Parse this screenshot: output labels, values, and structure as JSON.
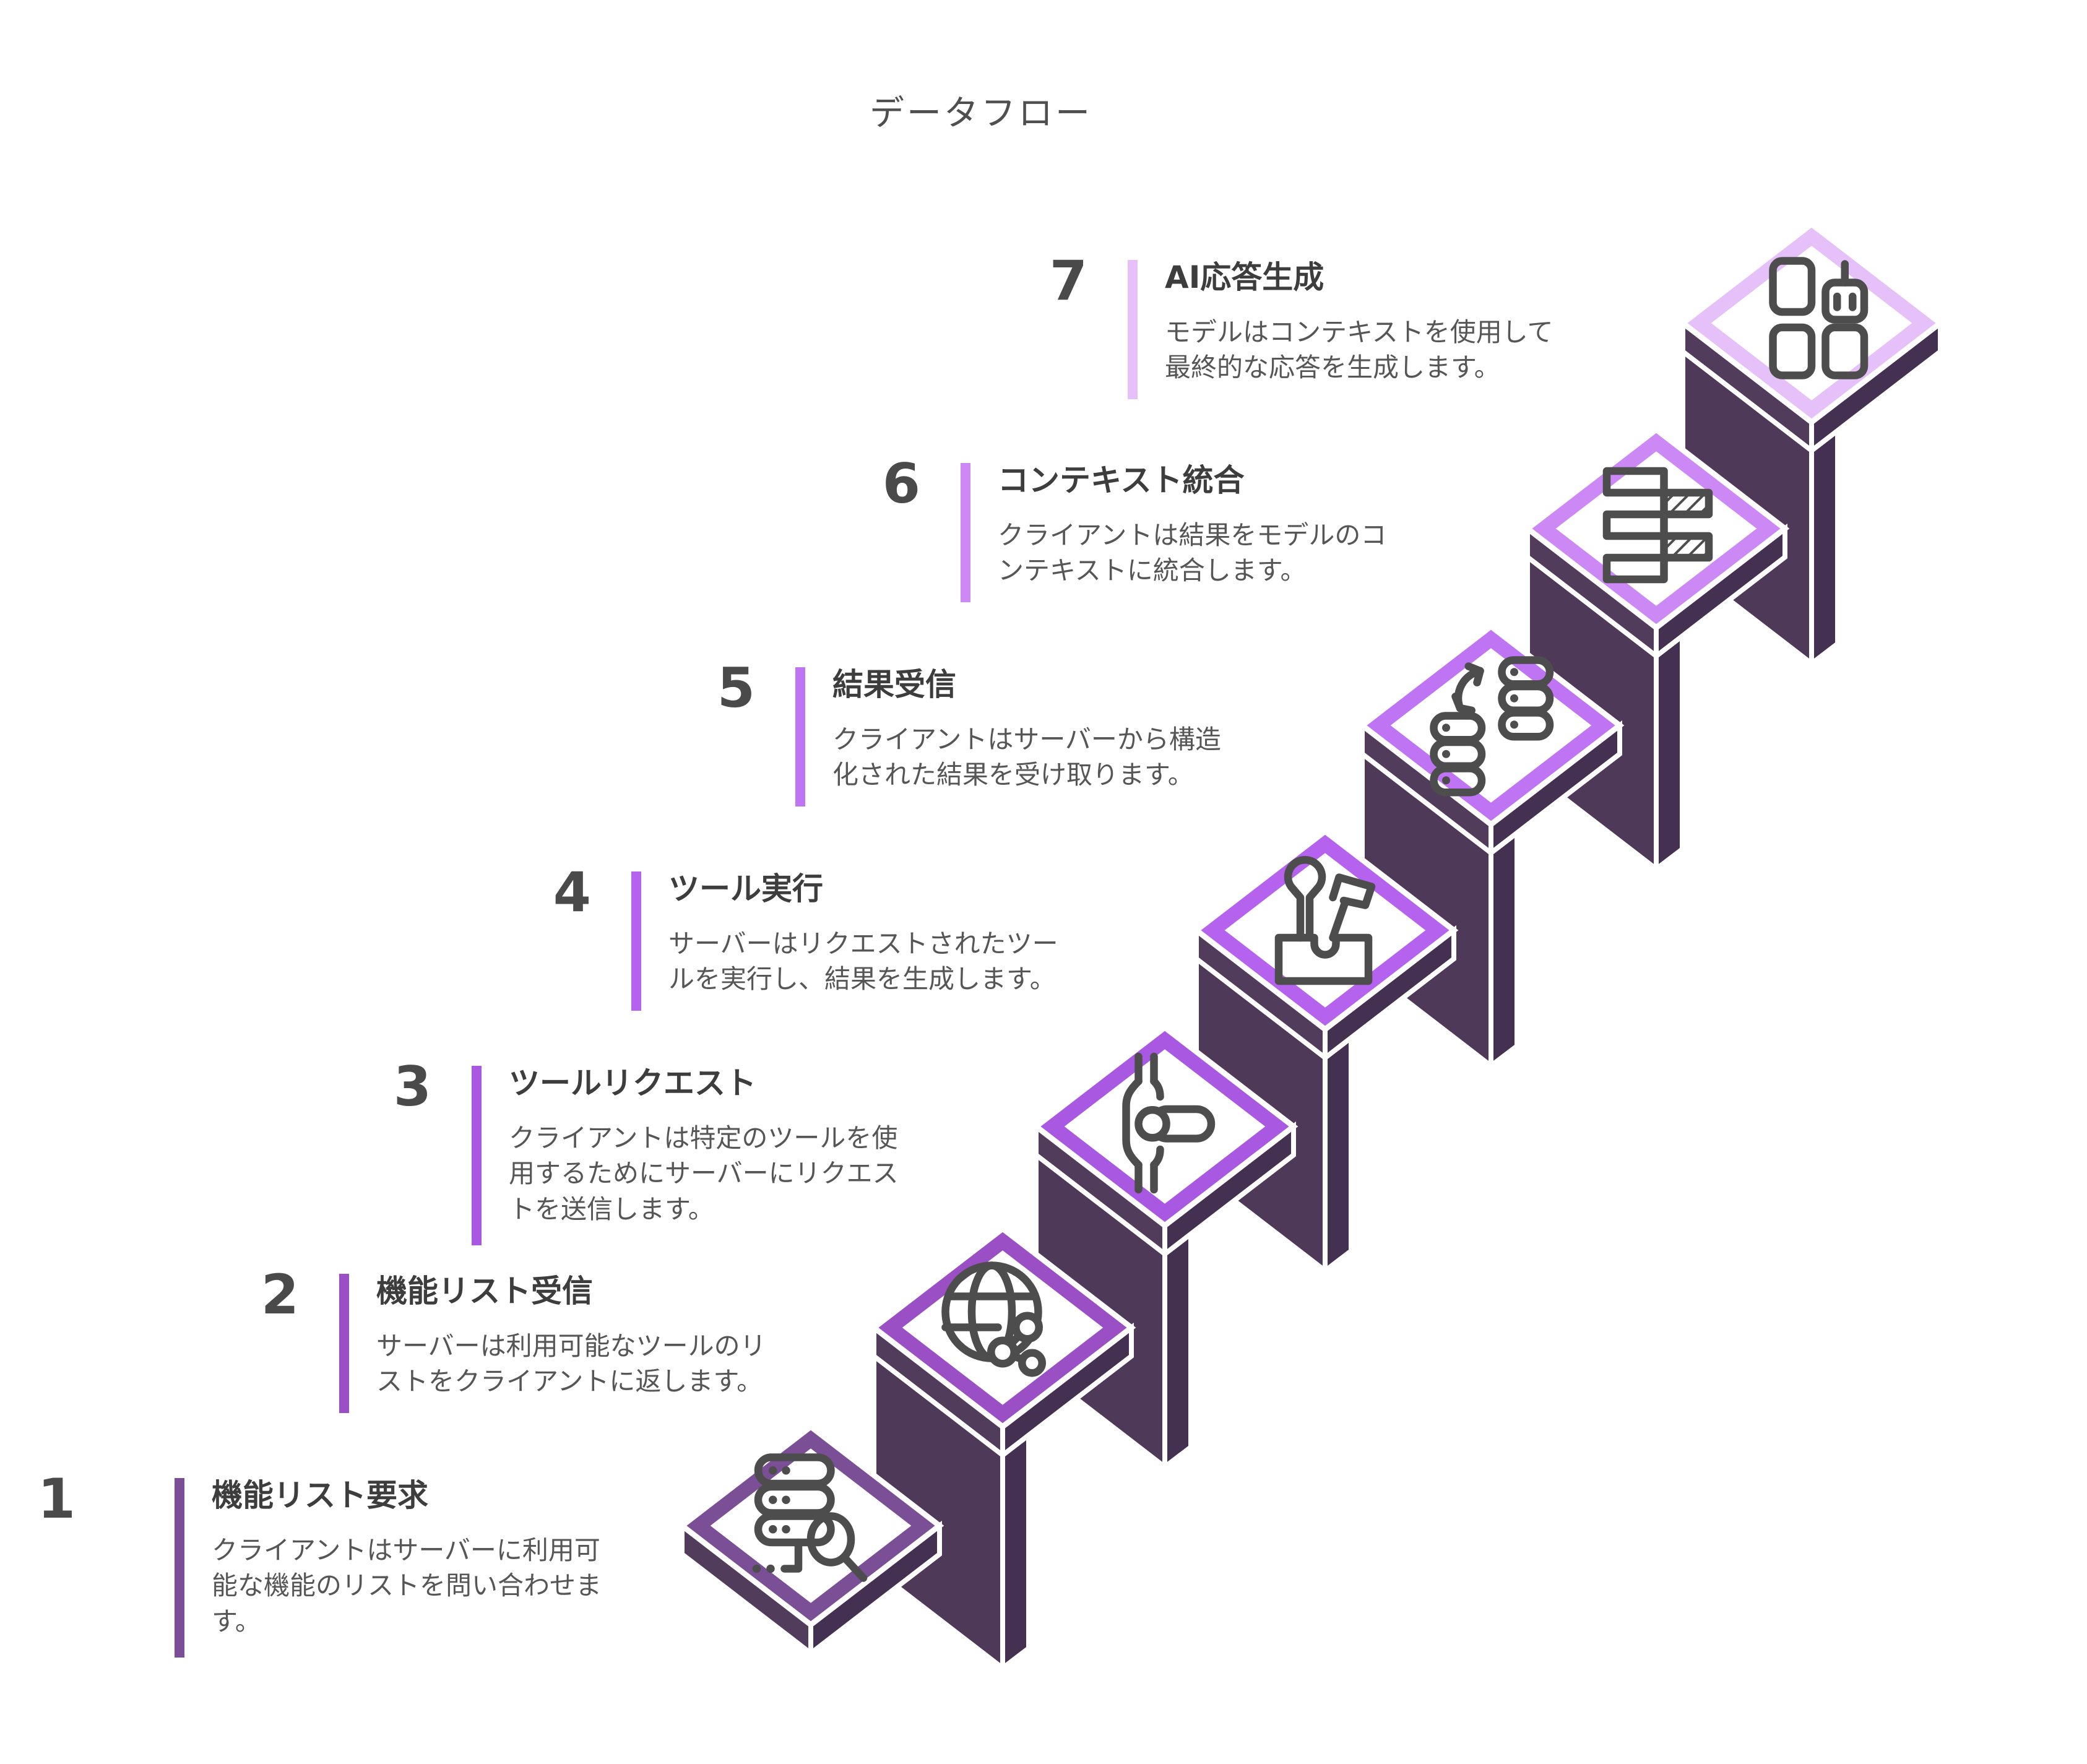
{
  "page": {
    "title": "データフロー"
  },
  "palette": {
    "background": "#ffffff",
    "page_title_color": "#4f4f4f",
    "number_color": "#4a4a4a",
    "step_title_color": "#3d3d3d",
    "step_desc_color": "#565656",
    "body_dark": "#4f3958",
    "body_darker": "#443050",
    "slab_face": "#523c5c",
    "icon_stroke": "#4d4d4d",
    "tile_inner": "#ffffff",
    "gap_white": "#ffffff"
  },
  "steps": [
    {
      "number": "1",
      "title": "機能リスト要求",
      "description": "クライアントはサーバーに利用可能な機能のリストを問い合わせます。",
      "accent_color": "#7a4f95",
      "icon": "server-search-icon"
    },
    {
      "number": "2",
      "title": "機能リスト受信",
      "description": "サーバーは利用可能なツールのリストをクライアントに返します。",
      "accent_color": "#9a50c4",
      "icon": "globe-share-icon"
    },
    {
      "number": "3",
      "title": "ツールリクエスト",
      "description": "クライアントは特定のツールを使用するためにサーバーにリクエストを送信します。",
      "accent_color": "#a958e2",
      "icon": "pipeline-connector-icon"
    },
    {
      "number": "4",
      "title": "ツール実行",
      "description": "サーバーはリクエストされたツールを実行し、結果を生成します。",
      "accent_color": "#b562ee",
      "icon": "toolbox-icon"
    },
    {
      "number": "5",
      "title": "結果受信",
      "description": "クライアントはサーバーから構造化された結果を受け取ります。",
      "accent_color": "#bf74f3",
      "icon": "database-sync-icon"
    },
    {
      "number": "6",
      "title": "コンテキスト統合",
      "description": "クライアントは結果をモデルのコンテキストに統合します。",
      "accent_color": "#cc88f5",
      "icon": "gantt-bars-icon"
    },
    {
      "number": "7",
      "title": "AI応答生成",
      "description": "モデルはコンテキストを使用して最終的な応答を生成します。",
      "accent_color": "#e6c1f9",
      "icon": "ai-robot-blocks-icon"
    }
  ]
}
